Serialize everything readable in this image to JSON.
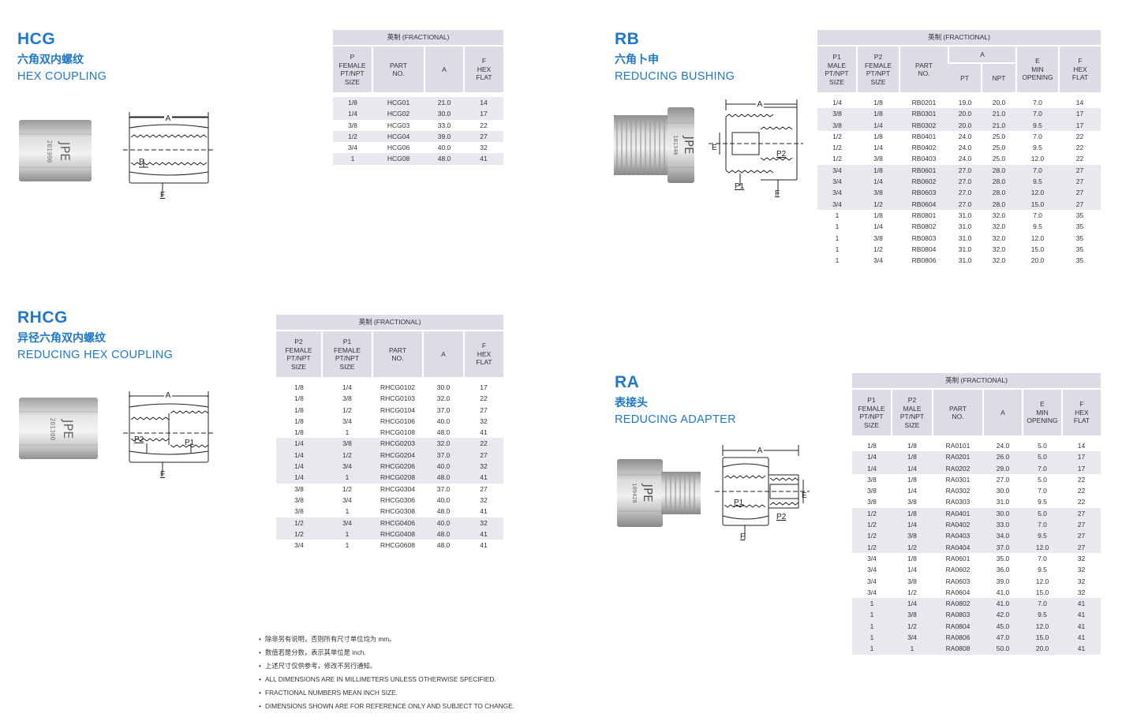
{
  "sections": {
    "hcg": {
      "code": "HCG",
      "cn": "六角双内螺纹",
      "en": "HEX COUPLING",
      "stamp": "201900",
      "logo": "JPE",
      "table": {
        "caption": "英制 (FRACTIONAL)",
        "headers": [
          "P\nFEMALE\nPT/NPT\nSIZE",
          "PART\nNO.",
          "A",
          "F\nHEX\nFLAT"
        ],
        "rows": [
          [
            "1/8",
            "HCG01",
            "21.0",
            "14"
          ],
          [
            "1/4",
            "HCG02",
            "30.0",
            "17"
          ],
          [
            "3/8",
            "HCG03",
            "33.0",
            "22"
          ],
          [
            "1/2",
            "HCG04",
            "39.0",
            "27"
          ],
          [
            "3/4",
            "HCG06",
            "40.0",
            "32"
          ],
          [
            "1",
            "HCG08",
            "48.0",
            "41"
          ]
        ],
        "shade": [
          1,
          1,
          0,
          1,
          0,
          1
        ]
      },
      "dims": {
        "a": "A",
        "p": "P",
        "f": "F"
      }
    },
    "rhcg": {
      "code": "RHCG",
      "cn": "异径六角双内螺纹",
      "en": "REDUCING HEX COUPLING",
      "stamp": "201300",
      "logo": "JPE",
      "table": {
        "caption": "英制 (FRACTIONAL)",
        "headers": [
          "P2\nFEMALE\nPT/NPT\nSIZE",
          "P1\nFEMALE\nPT/NPT\nSIZE",
          "PART\nNO.",
          "A",
          "F\nHEX\nFLAT"
        ],
        "rows": [
          [
            "1/8",
            "1/4",
            "RHCG0102",
            "30.0",
            "17"
          ],
          [
            "1/8",
            "3/8",
            "RHCG0103",
            "32.0",
            "22"
          ],
          [
            "1/8",
            "1/2",
            "RHCG0104",
            "37.0",
            "27"
          ],
          [
            "1/8",
            "3/4",
            "RHCG0106",
            "40.0",
            "32"
          ],
          [
            "1/8",
            "1",
            "RHCG0108",
            "48.0",
            "41"
          ],
          [
            "1/4",
            "3/8",
            "RHCG0203",
            "32.0",
            "22"
          ],
          [
            "1/4",
            "1/2",
            "RHCG0204",
            "37.0",
            "27"
          ],
          [
            "1/4",
            "3/4",
            "RHCG0206",
            "40.0",
            "32"
          ],
          [
            "1/4",
            "1",
            "RHCG0208",
            "48.0",
            "41"
          ],
          [
            "3/8",
            "1/2",
            "RHCG0304",
            "37.0",
            "27"
          ],
          [
            "3/8",
            "3/4",
            "RHCG0306",
            "40.0",
            "32"
          ],
          [
            "3/8",
            "1",
            "RHCG0308",
            "48.0",
            "41"
          ],
          [
            "1/2",
            "3/4",
            "RHCG0406",
            "40.0",
            "32"
          ],
          [
            "1/2",
            "1",
            "RHCG0408",
            "48.0",
            "41"
          ],
          [
            "3/4",
            "1",
            "RHCG0608",
            "48.0",
            "41"
          ]
        ],
        "shade": [
          0,
          0,
          0,
          0,
          0,
          1,
          1,
          1,
          1,
          0,
          0,
          0,
          1,
          1,
          0
        ]
      },
      "dims": {
        "a": "A",
        "p1": "P1",
        "p2": "P2",
        "f": "F"
      }
    },
    "rb": {
      "code": "RB",
      "cn": "六角卜申",
      "en": "REDUCING BUSHING",
      "stamp": "101340",
      "logo": "JPE",
      "table": {
        "caption": "英制 (FRACTIONAL)",
        "group": "A",
        "headers": [
          "P1\nMALE\nPT/NPT\nSIZE",
          "P2\nFEMALE\nPT/NPT\nSIZE",
          "PART\nNO.",
          "PT",
          "NPT",
          "E\nMIN\nOPENING",
          "F\nHEX\nFLAT"
        ],
        "rows": [
          [
            "1/4",
            "1/8",
            "RB0201",
            "19.0",
            "20.0",
            "7.0",
            "14"
          ],
          [
            "3/8",
            "1/8",
            "RB0301",
            "20.0",
            "21.0",
            "7.0",
            "17"
          ],
          [
            "3/8",
            "1/4",
            "RB0302",
            "20.0",
            "21.0",
            "9.5",
            "17"
          ],
          [
            "1/2",
            "1/8",
            "RB0401",
            "24.0",
            "25.0",
            "7.0",
            "22"
          ],
          [
            "1/2",
            "1/4",
            "RB0402",
            "24.0",
            "25.0",
            "9.5",
            "22"
          ],
          [
            "1/2",
            "3/8",
            "RB0403",
            "24.0",
            "25.0",
            "12.0",
            "22"
          ],
          [
            "3/4",
            "1/8",
            "RB0601",
            "27.0",
            "28.0",
            "7.0",
            "27"
          ],
          [
            "3/4",
            "1/4",
            "RB0602",
            "27.0",
            "28.0",
            "9.5",
            "27"
          ],
          [
            "3/4",
            "3/8",
            "RB0603",
            "27.0",
            "28.0",
            "12.0",
            "27"
          ],
          [
            "3/4",
            "1/2",
            "RB0604",
            "27.0",
            "28.0",
            "15.0",
            "27"
          ],
          [
            "1",
            "1/8",
            "RB0801",
            "31.0",
            "32.0",
            "7.0",
            "35"
          ],
          [
            "1",
            "1/4",
            "RB0802",
            "31.0",
            "32.0",
            "9.5",
            "35"
          ],
          [
            "1",
            "3/8",
            "RB0803",
            "31.0",
            "32.0",
            "12.0",
            "35"
          ],
          [
            "1",
            "1/2",
            "RB0804",
            "31.0",
            "32.0",
            "15.0",
            "35"
          ],
          [
            "1",
            "3/4",
            "RB0806",
            "31.0",
            "32.0",
            "20.0",
            "35"
          ]
        ],
        "shade": [
          0,
          1,
          1,
          0,
          0,
          0,
          1,
          1,
          1,
          1,
          0,
          0,
          0,
          0,
          0
        ]
      },
      "dims": {
        "a": "A",
        "e": "E",
        "p1": "P1",
        "p2": "P2",
        "f": "F"
      }
    },
    "ra": {
      "code": "RA",
      "cn": "表接头",
      "en": "REDUCING ADAPTER",
      "stamp": "109420",
      "logo": "JPE",
      "table": {
        "caption": "英制 (FRACTIONAL)",
        "headers": [
          "P1\nFEMALE\nPT/NPT\nSIZE",
          "P2\nMALE\nPT/NPT\nSIZE",
          "PART\nNO.",
          "A",
          "E\nMIN\nOPENING",
          "F\nHEX\nFLAT"
        ],
        "rows": [
          [
            "1/8",
            "1/8",
            "RA0101",
            "24.0",
            "5.0",
            "14"
          ],
          [
            "1/4",
            "1/8",
            "RA0201",
            "26.0",
            "5.0",
            "17"
          ],
          [
            "1/4",
            "1/4",
            "RA0202",
            "29.0",
            "7.0",
            "17"
          ],
          [
            "3/8",
            "1/8",
            "RA0301",
            "27.0",
            "5.0",
            "22"
          ],
          [
            "3/8",
            "1/4",
            "RA0302",
            "30.0",
            "7.0",
            "22"
          ],
          [
            "3/8",
            "3/8",
            "RA0303",
            "31.0",
            "9.5",
            "22"
          ],
          [
            "1/2",
            "1/8",
            "RA0401",
            "30.0",
            "5.0",
            "27"
          ],
          [
            "1/2",
            "1/4",
            "RA0402",
            "33.0",
            "7.0",
            "27"
          ],
          [
            "1/2",
            "3/8",
            "RA0403",
            "34.0",
            "9.5",
            "27"
          ],
          [
            "1/2",
            "1/2",
            "RA0404",
            "37.0",
            "12.0",
            "27"
          ],
          [
            "3/4",
            "1/8",
            "RA0601",
            "35.0",
            "7.0",
            "32"
          ],
          [
            "3/4",
            "1/4",
            "RA0602",
            "36.0",
            "9.5",
            "32"
          ],
          [
            "3/4",
            "3/8",
            "RA0603",
            "39.0",
            "12.0",
            "32"
          ],
          [
            "3/4",
            "1/2",
            "RA0604",
            "41.0",
            "15.0",
            "32"
          ],
          [
            "1",
            "1/4",
            "RA0802",
            "41.0",
            "7.0",
            "41"
          ],
          [
            "1",
            "3/8",
            "RA0803",
            "42.0",
            "9.5",
            "41"
          ],
          [
            "1",
            "1/2",
            "RA0804",
            "45.0",
            "12.0",
            "41"
          ],
          [
            "1",
            "3/4",
            "RA0806",
            "47.0",
            "15.0",
            "41"
          ],
          [
            "1",
            "1",
            "RA0808",
            "50.0",
            "20.0",
            "41"
          ]
        ],
        "shade": [
          0,
          1,
          1,
          0,
          0,
          0,
          1,
          1,
          1,
          1,
          0,
          0,
          0,
          0,
          1,
          1,
          1,
          1,
          1
        ]
      },
      "dims": {
        "a": "A",
        "e": "E",
        "p1": "P1",
        "p2": "P2",
        "f": "F"
      }
    }
  },
  "notes": [
    "除非另有说明，否则所有尺寸单位均为 mm。",
    "数值若是分数，表示其单位是 inch.",
    "上述尺寸仅供参考，修改不另行通知。",
    "ALL DIMENSIONS ARE IN MILLIMETERS UNLESS OTHERWISE SPECIFIED.",
    "FRACTIONAL NUMBERS MEAN INCH SIZE.",
    "DIMENSIONS SHOWN ARE FOR REFERENCE ONLY AND SUBJECT TO CHANGE."
  ],
  "colors": {
    "accent": "#1f78c8",
    "header_bg": "#dcdce6",
    "row_shade": "#e8e8ee"
  }
}
